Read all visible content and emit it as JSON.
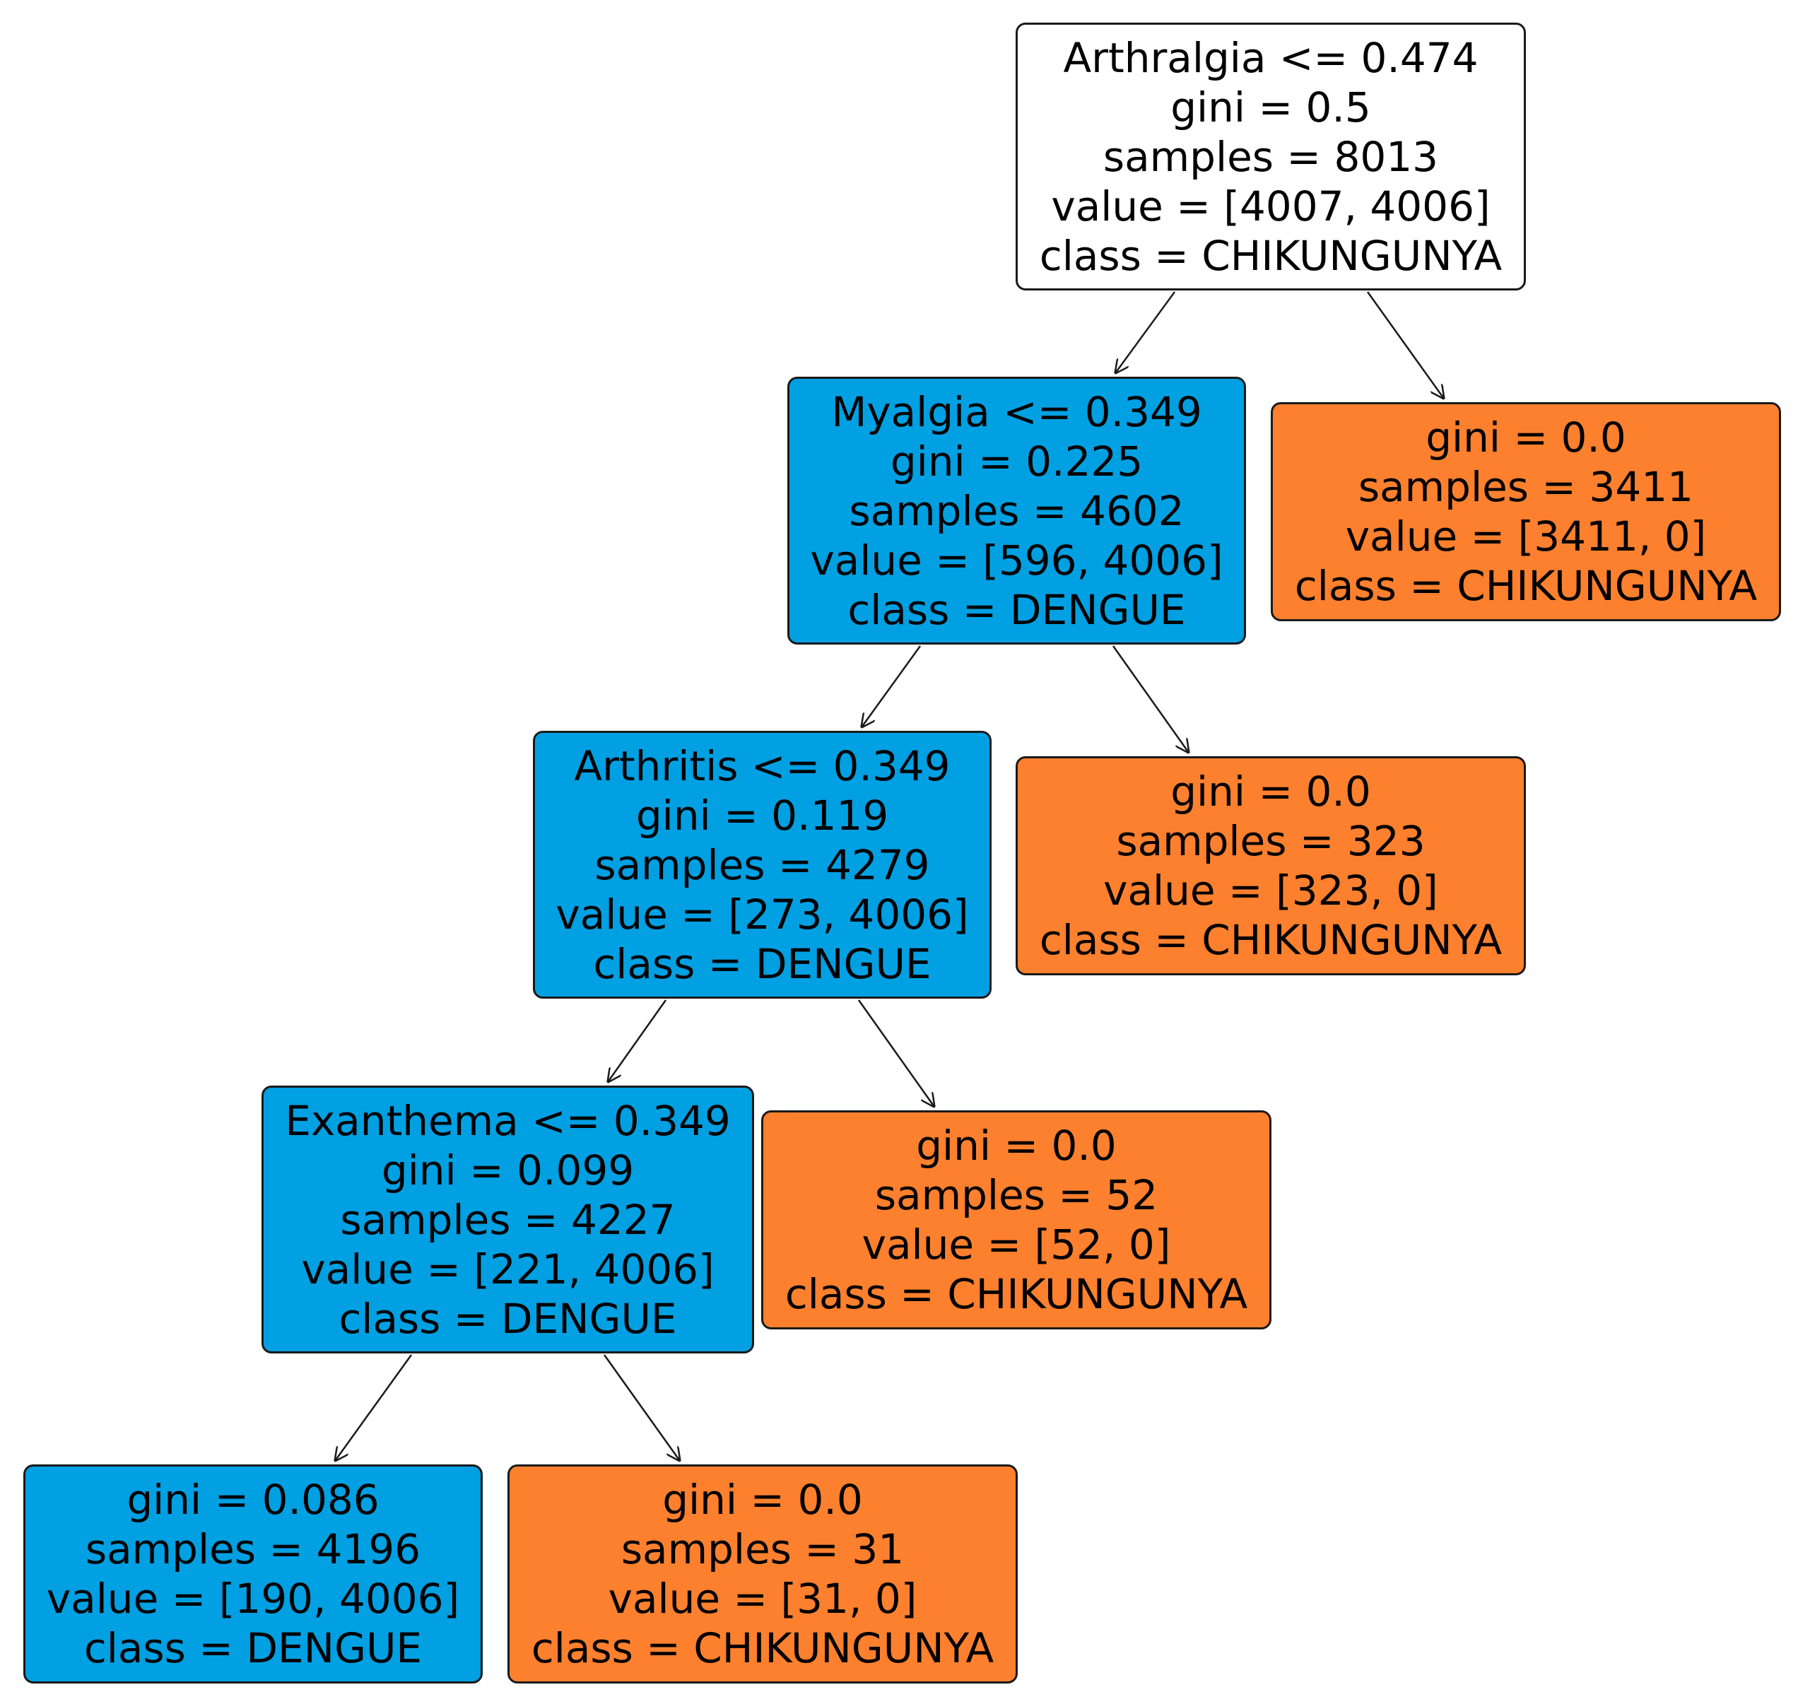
{
  "diagram": {
    "type": "decision-tree",
    "class_colors": {
      "DENGUE": "#00a0e2",
      "CHIKUNGUNYA": "#fc802e",
      "impure": "#ffffff"
    },
    "nodes": [
      {
        "id": "n0",
        "split": "Arthralgia <= 0.474",
        "gini": "gini = 0.5",
        "samples": "samples = 8013",
        "value": "value = [4007, 4006]",
        "class": "class = CHIKUNGUNYA"
      },
      {
        "id": "n1",
        "split": "Myalgia <= 0.349",
        "gini": "gini = 0.225",
        "samples": "samples = 4602",
        "value": "value = [596, 4006]",
        "class": "class = DENGUE"
      },
      {
        "id": "n2",
        "gini": "gini = 0.0",
        "samples": "samples = 3411",
        "value": "value = [3411, 0]",
        "class": "class = CHIKUNGUNYA"
      },
      {
        "id": "n3",
        "split": "Arthritis <= 0.349",
        "gini": "gini = 0.119",
        "samples": "samples = 4279",
        "value": "value = [273, 4006]",
        "class": "class = DENGUE"
      },
      {
        "id": "n4",
        "gini": "gini = 0.0",
        "samples": "samples = 323",
        "value": "value = [323, 0]",
        "class": "class = CHIKUNGUNYA"
      },
      {
        "id": "n5",
        "split": "Exanthema <= 0.349",
        "gini": "gini = 0.099",
        "samples": "samples = 4227",
        "value": "value = [221, 4006]",
        "class": "class = DENGUE"
      },
      {
        "id": "n6",
        "gini": "gini = 0.0",
        "samples": "samples = 52",
        "value": "value = [52, 0]",
        "class": "class = CHIKUNGUNYA"
      },
      {
        "id": "n7",
        "gini": "gini = 0.086",
        "samples": "samples = 4196",
        "value": "value = [190, 4006]",
        "class": "class = DENGUE"
      },
      {
        "id": "n8",
        "gini": "gini = 0.0",
        "samples": "samples = 31",
        "value": "value = [31, 0]",
        "class": "class = CHIKUNGUNYA"
      }
    ],
    "edges": [
      {
        "from": "n0",
        "to": "n1"
      },
      {
        "from": "n0",
        "to": "n2"
      },
      {
        "from": "n1",
        "to": "n3"
      },
      {
        "from": "n1",
        "to": "n4"
      },
      {
        "from": "n3",
        "to": "n5"
      },
      {
        "from": "n3",
        "to": "n6"
      },
      {
        "from": "n5",
        "to": "n7"
      },
      {
        "from": "n5",
        "to": "n8"
      }
    ]
  }
}
